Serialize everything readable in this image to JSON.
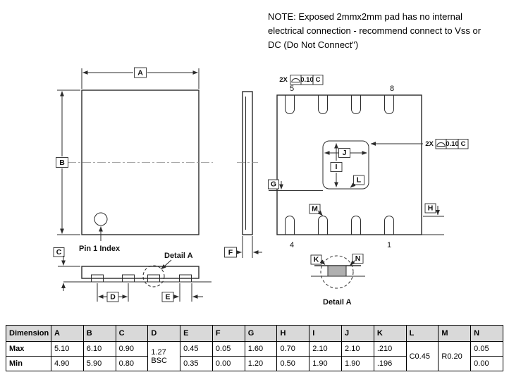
{
  "note": {
    "lines": [
      "NOTE:  Exposed 2mmx2mm pad has no internal",
      "electrical connection - recommend connect to Vss or",
      "DC (Do Not Connect\")"
    ]
  },
  "drawing": {
    "dims": {
      "A": "A",
      "B": "B",
      "C": "C",
      "D": "D",
      "E": "E",
      "F": "F",
      "G": "G",
      "H": "H",
      "I": "I",
      "J": "J",
      "K": "K",
      "L": "L",
      "M": "M",
      "N": "N"
    },
    "pin1_index": "Pin 1 Index",
    "detail_a": "Detail A",
    "pins": {
      "p1": "1",
      "p4": "4",
      "p5": "5",
      "p8": "8"
    },
    "fcf": {
      "qty": "2X",
      "tol": "0.10",
      "datum": "C"
    }
  },
  "table": {
    "headers": [
      "Dimension",
      "A",
      "B",
      "C",
      "D",
      "E",
      "F",
      "G",
      "H",
      "I",
      "J",
      "K",
      "L",
      "M",
      "N"
    ],
    "max": {
      "label": "Max",
      "A": "5.10",
      "B": "6.10",
      "C": "0.90",
      "D": "1.27 BSC",
      "E": "0.45",
      "F": "0.05",
      "G": "1.60",
      "H": "0.70",
      "I": "2.10",
      "J": "2.10",
      "K": ".210",
      "L": "C0.45",
      "M": "R0.20",
      "N": "0.05"
    },
    "min": {
      "label": "Min",
      "A": "4.90",
      "B": "5.90",
      "C": "0.80",
      "E": "0.35",
      "F": "0.00",
      "G": "1.20",
      "H": "0.50",
      "I": "1.90",
      "J": "1.90",
      "K": ".196",
      "N": "0.00"
    }
  }
}
